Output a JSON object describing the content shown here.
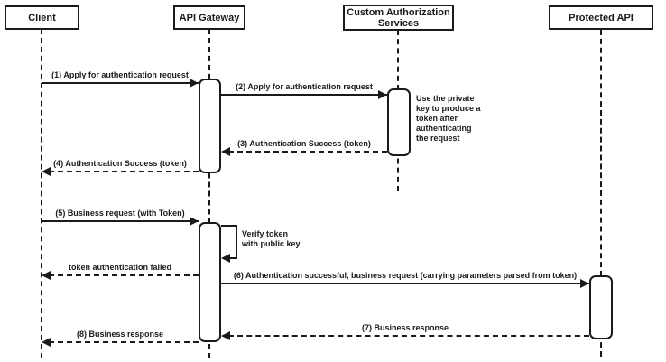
{
  "colors": {
    "ink": "#1a1a1a",
    "background": "#ffffff"
  },
  "actors": [
    {
      "label": "Client"
    },
    {
      "label": "API Gateway"
    },
    {
      "label": "Custom Authorization\nServices"
    },
    {
      "label": "Protected API"
    }
  ],
  "messages": [
    {
      "num": 1,
      "label": "(1) Apply for authentication request",
      "type": "solid",
      "from": "Client",
      "to": "API Gateway"
    },
    {
      "num": 2,
      "label": "(2) Apply for authentication request",
      "type": "solid",
      "from": "API Gateway",
      "to": "Custom Authorization Services"
    },
    {
      "num": 3,
      "label": "(3) Authentication Success (token)",
      "type": "dashed-return",
      "from": "Custom Authorization Services",
      "to": "API Gateway"
    },
    {
      "num": 4,
      "label": "(4) Authentication Success (token)",
      "type": "dashed-return",
      "from": "API Gateway",
      "to": "Client"
    },
    {
      "num": 5,
      "label": "(5) Business request (with Token)",
      "type": "solid",
      "from": "Client",
      "to": "API Gateway"
    },
    {
      "num": 6,
      "label": "token authentication failed",
      "type": "dashed-return",
      "from": "API Gateway",
      "to": "Client"
    },
    {
      "num": 7,
      "label": "(6) Authentication successful, business request (carrying parameters parsed from token)",
      "type": "solid",
      "from": "API Gateway",
      "to": "Protected API"
    },
    {
      "num": 8,
      "label": "(7) Business response",
      "type": "dashed-return",
      "from": "Protected API",
      "to": "API Gateway"
    },
    {
      "num": 9,
      "label": "(8) Business response",
      "type": "dashed-return",
      "from": "API Gateway",
      "to": "Client"
    }
  ],
  "self_message": {
    "label": "Verify token\nwith public key",
    "on": "API Gateway"
  },
  "note": {
    "label": "Use the private\nkey to produce a\ntoken after\nauthenticating\nthe request",
    "on": "Custom Authorization Services"
  }
}
